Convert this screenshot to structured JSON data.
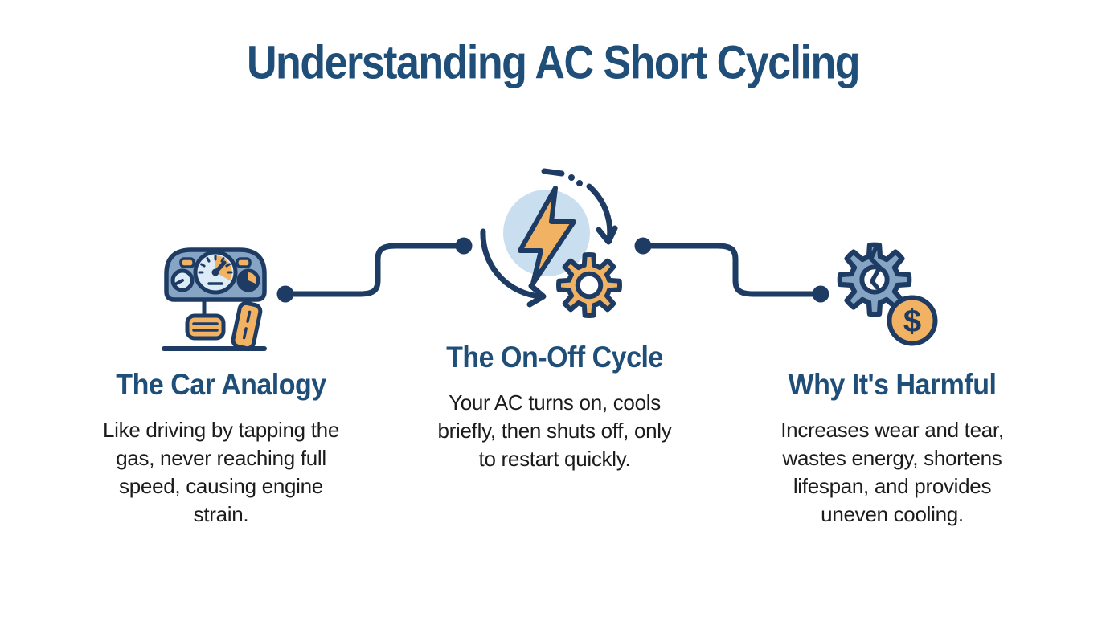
{
  "page": {
    "title": "Understanding AC Short Cycling"
  },
  "colors": {
    "title_blue": "#1f4e79",
    "icon_outline_navy": "#1e3c63",
    "accent_orange": "#f2b263",
    "steel_blue": "#86a5c5",
    "sky_blue": "#c9dff0",
    "body_text": "#1c1c1c",
    "background": "#ffffff"
  },
  "cards": [
    {
      "id": "car-analogy",
      "icon": "car-dashboard-pedals-icon",
      "title": "The Car Analogy",
      "lines": [
        "Like driving by tapping the",
        "gas, never reaching full",
        "speed, causing engine",
        "strain."
      ]
    },
    {
      "id": "on-off-cycle",
      "icon": "lightning-cycle-gear-icon",
      "title": "The On-Off Cycle",
      "lines": [
        "Your AC turns on, cools",
        "briefly, then shuts off, only",
        "to restart quickly."
      ]
    },
    {
      "id": "why-harmful",
      "icon": "broken-gear-dollar-icon",
      "title": "Why It's Harmful",
      "lines": [
        "Increases wear and tear,",
        "wastes energy, shortens",
        "lifespan, and provides",
        "uneven cooling."
      ]
    }
  ],
  "icons": {
    "dollar_sign": "$"
  }
}
